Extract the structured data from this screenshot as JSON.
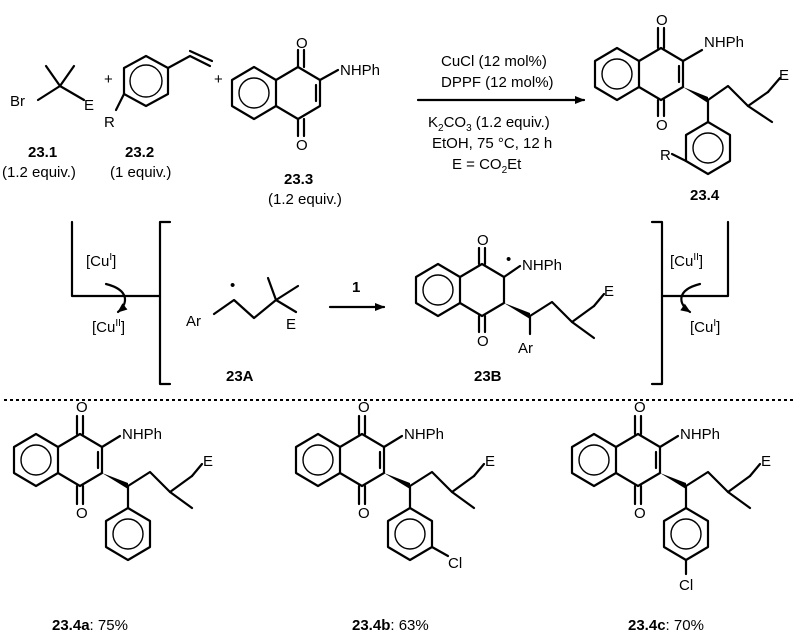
{
  "scheme": {
    "top": {
      "atoms": {
        "br": "Br",
        "e": "E",
        "r": "R",
        "o": "O",
        "nhph": "NHPh",
        "plus": "+"
      },
      "cmpd_23_1": {
        "label": "23.1",
        "equiv": "(1.2 equiv.)"
      },
      "cmpd_23_2": {
        "label": "23.2",
        "equiv": "(1 equiv.)"
      },
      "cmpd_23_3": {
        "label": "23.3",
        "equiv": "(1.2 equiv.)"
      },
      "cmpd_23_4": {
        "label": "23.4"
      },
      "conditions": {
        "line1": "CuCl (12 mol%)",
        "line2": "DPPF (12 mol%)",
        "line3_pre": "K",
        "line3_sub": "2",
        "line3_mid": "CO",
        "line3_sub2": "3",
        "line3_post": " (1.2 equiv.)",
        "line4": "EtOH, 75 °C, 12 h",
        "line5_pre": "E = CO",
        "line5_sub": "2",
        "line5_post": "Et"
      }
    },
    "mechanism": {
      "cu": "[Cu",
      "cu_I": "I",
      "cu_II": "II",
      "close": "]",
      "ar": "Ar",
      "e": "E",
      "dot": "•",
      "step_label": "1",
      "int_23A": "23A",
      "int_23B": "23B",
      "o": "O",
      "nhph": "NHPh"
    },
    "products": [
      {
        "label": "23.4a",
        "yield": ": 75%"
      },
      {
        "label": "23.4b",
        "yield": ": 63%",
        "substituent": "Cl"
      },
      {
        "label": "23.4c",
        "yield": ": 70%",
        "substituent": "Cl"
      }
    ],
    "product_atoms": {
      "o": "O",
      "nhph": "NHPh",
      "e": "E"
    }
  }
}
